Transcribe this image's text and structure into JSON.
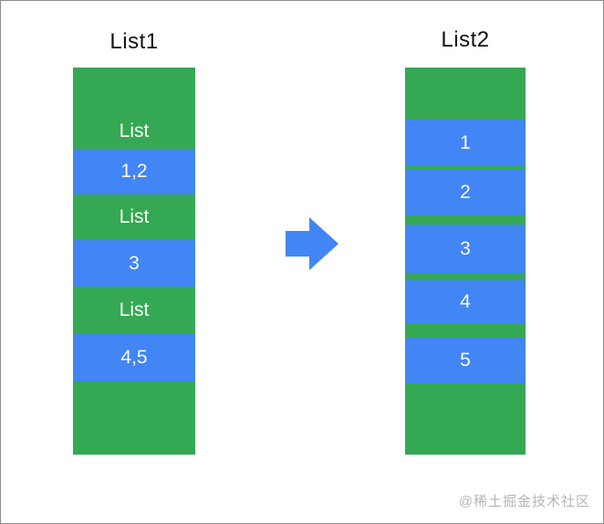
{
  "colors": {
    "node_green": "#34A853",
    "cell_blue": "#4285F4",
    "arrow_blue": "#4285F4",
    "cell_text": "#fafaf7",
    "title_text": "#141414",
    "watermark_text": "#b5b5b5",
    "canvas_border": "#8e8e8e",
    "background": "#ffffff"
  },
  "list1": {
    "title": "List1",
    "segments": [
      {
        "color": "green",
        "label": "List",
        "height": 89
      },
      {
        "color": "blue",
        "label": "1,2",
        "height": 50
      },
      {
        "color": "green",
        "label": "List",
        "height": 50
      },
      {
        "color": "blue",
        "label": "3",
        "height": 51
      },
      {
        "color": "green",
        "label": "List",
        "height": 52
      },
      {
        "color": "blue",
        "label": "4,5",
        "height": 52
      },
      {
        "color": "green",
        "label": "",
        "height": 80
      }
    ]
  },
  "list2": {
    "title": "List2",
    "segments": [
      {
        "color": "green",
        "label": "",
        "height": 57
      },
      {
        "color": "blue",
        "label": "1",
        "height": 51
      },
      {
        "color": "green",
        "label": "",
        "height": 4
      },
      {
        "color": "blue",
        "label": "2",
        "height": 50
      },
      {
        "color": "green",
        "label": "",
        "height": 10
      },
      {
        "color": "blue",
        "label": "3",
        "height": 53
      },
      {
        "color": "green",
        "label": "",
        "height": 8
      },
      {
        "color": "blue",
        "label": "4",
        "height": 47
      },
      {
        "color": "green",
        "label": "",
        "height": 16
      },
      {
        "color": "blue",
        "label": "5",
        "height": 50
      },
      {
        "color": "green",
        "label": "",
        "height": 78
      }
    ]
  },
  "arrow": {
    "icon": "arrow-right",
    "direction": "right"
  },
  "watermark": {
    "text": "@稀土掘金技术社区"
  }
}
